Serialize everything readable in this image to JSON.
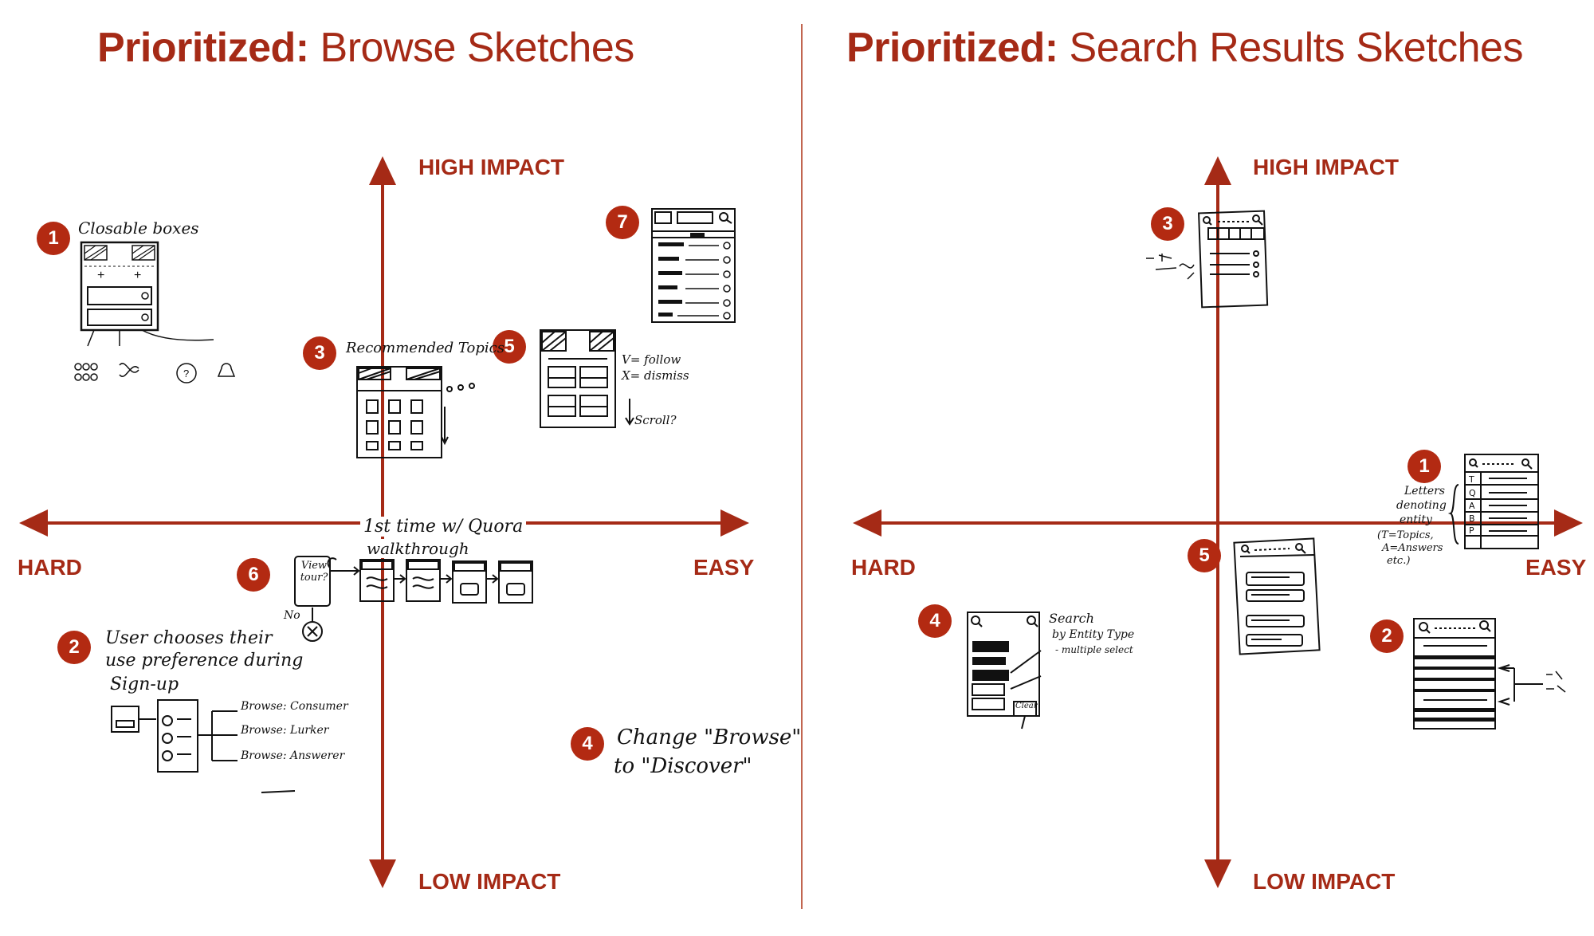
{
  "colors": {
    "accent": "#a52a16",
    "badge": "#b32a12",
    "ink": "#111111",
    "divider": "#c26650"
  },
  "left": {
    "title_strong": "Prioritized:",
    "title_light": "Browse Sketches",
    "labels": {
      "top": "HIGH IMPACT",
      "bottom": "LOW IMPACT",
      "left": "HARD",
      "right": "EASY"
    },
    "badges": [
      "1",
      "2",
      "3",
      "4",
      "5",
      "6",
      "7"
    ],
    "notes": {
      "s1": "Closable boxes",
      "s2a": "User chooses their",
      "s2b": "use preference during",
      "s2c": "Sign-up",
      "s2d": "Browse: Consumer",
      "s2e": "Browse: Lurker",
      "s2f": "Browse: Answerer",
      "s3": "Recommended Topics",
      "s4a": "Change \"Browse\"",
      "s4b": "to \"Discover\"",
      "s5a": "V= follow",
      "s5b": "X= dismiss",
      "s5c": "Scroll?",
      "s6a": "1st time w/ Quora",
      "s6b": "walkthrough",
      "s6c": "View tour?",
      "s6d": "No"
    }
  },
  "right": {
    "title_strong": "Prioritized:",
    "title_light": "Search Results Sketches",
    "labels": {
      "top": "HIGH IMPACT",
      "bottom": "LOW IMPACT",
      "left": "HARD",
      "right": "EASY"
    },
    "badges": [
      "1",
      "2",
      "3",
      "4",
      "5"
    ],
    "notes": {
      "r1a": "Letters",
      "r1b": "denoting",
      "r1c": "entity",
      "r1d": "(T=Topics,",
      "r1e": "A=Answers",
      "r1f": "etc.)",
      "r4a": "Search",
      "r4b": "by Entity Type",
      "r4c": "- multiple select",
      "r4d": "Clear"
    }
  }
}
